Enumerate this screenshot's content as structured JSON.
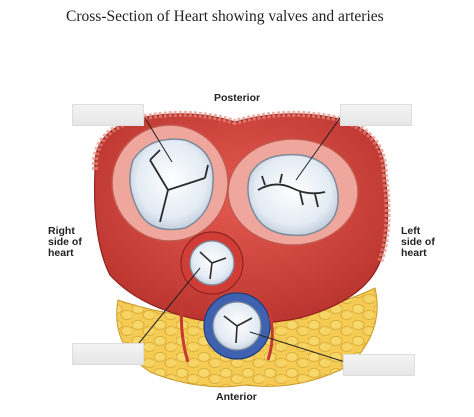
{
  "title": "Cross-Section of Heart showing valves and arteries",
  "orientation": {
    "posterior": "Posterior",
    "anterior": "Anterior"
  },
  "sides": {
    "right": [
      "Right",
      "side of",
      "heart"
    ],
    "left": [
      "Left",
      "side of",
      "heart"
    ]
  },
  "colors": {
    "myocardium": "#d9473f",
    "myocardium_dark": "#b02e2a",
    "fibrous_ring": "#efa79d",
    "valve_leaflet": "#e7eef6",
    "fat": "#f3cb55",
    "pulmonary_trunk": "#3e62b0"
  }
}
